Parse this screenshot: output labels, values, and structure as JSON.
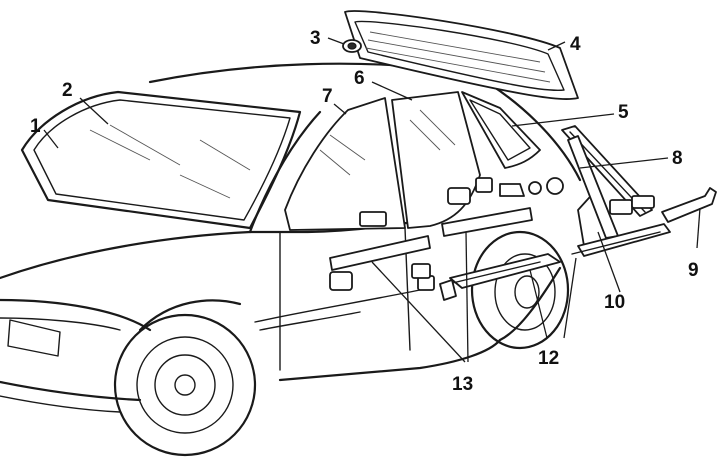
{
  "callouts": [
    {
      "id": "1",
      "label": "1"
    },
    {
      "id": "2",
      "label": "2"
    },
    {
      "id": "3",
      "label": "3"
    },
    {
      "id": "4",
      "label": "4"
    },
    {
      "id": "5",
      "label": "5"
    },
    {
      "id": "6",
      "label": "6"
    },
    {
      "id": "7",
      "label": "7"
    },
    {
      "id": "8",
      "label": "8"
    },
    {
      "id": "9",
      "label": "9"
    },
    {
      "id": "10",
      "label": "10"
    },
    {
      "id": "12",
      "label": "12"
    },
    {
      "id": "13",
      "label": "13"
    }
  ],
  "colors": {
    "ink": "#1a1a1a",
    "background": "#ffffff"
  }
}
